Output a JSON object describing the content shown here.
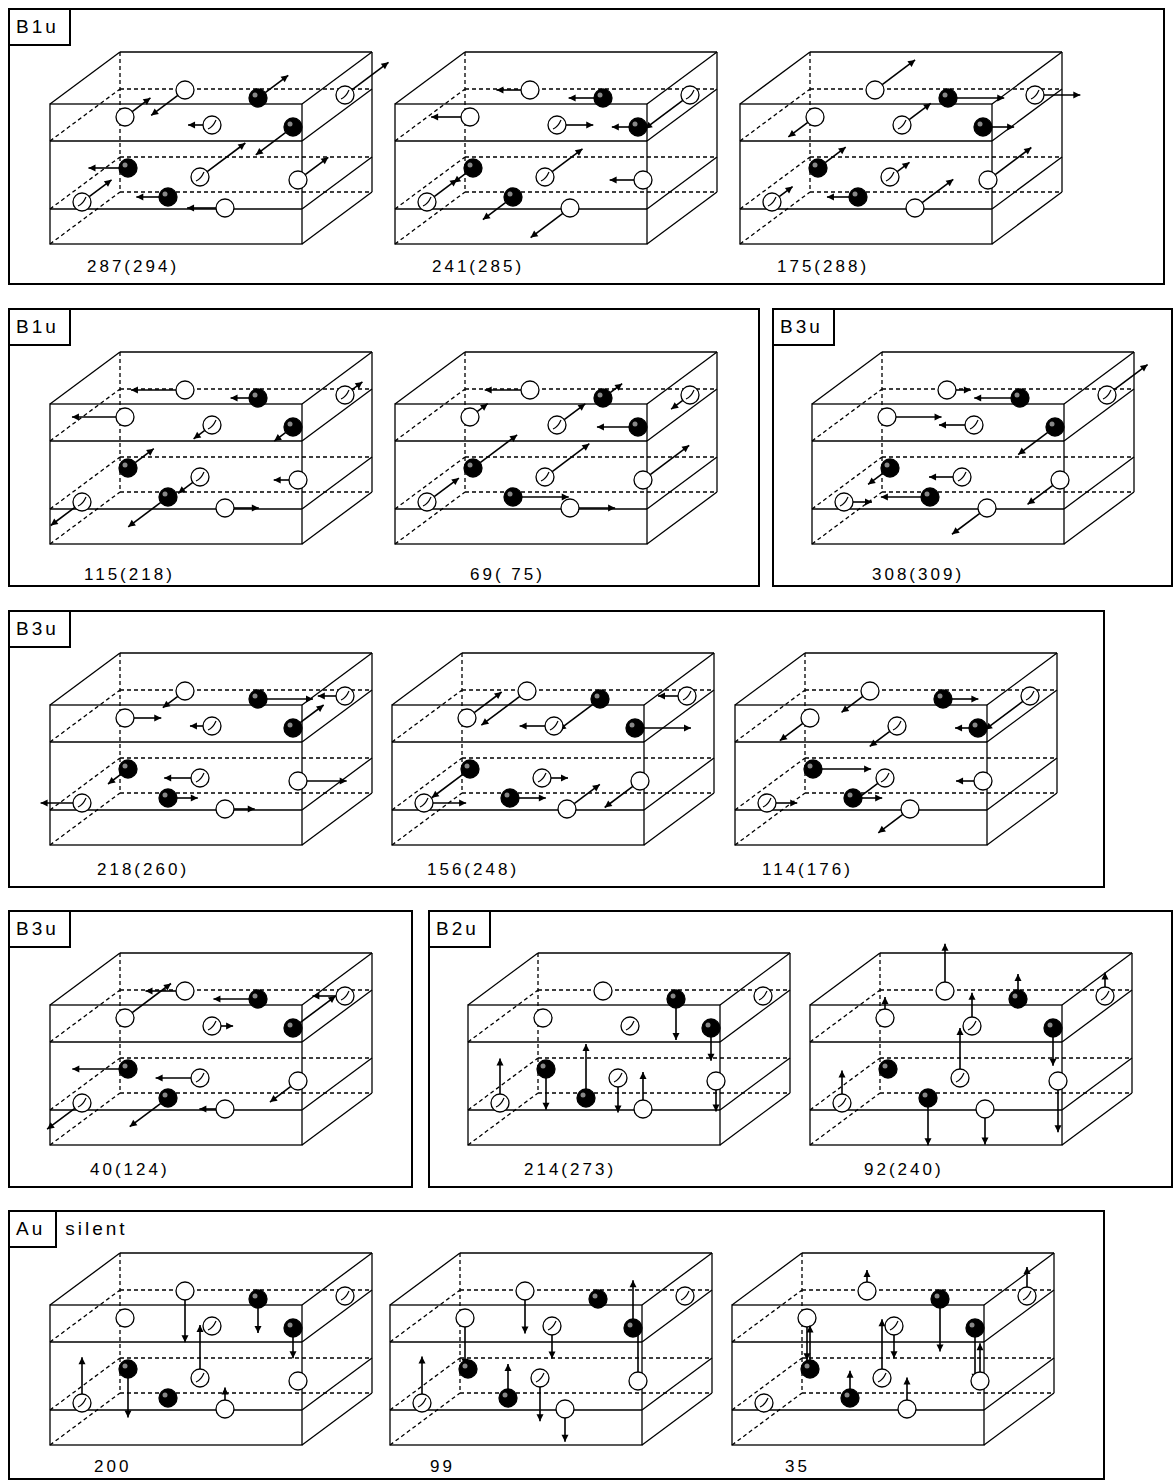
{
  "diagram": {
    "nodes": [
      {
        "text": [
          "B1u"
        ]
      },
      {
        "text": [
          "B1u"
        ]
      },
      {
        "text": [
          "B3u"
        ]
      },
      {
        "text": [
          "B3u"
        ]
      },
      {
        "text": [
          "B3u"
        ]
      },
      {
        "text": [
          "B2u"
        ]
      },
      {
        "text": [
          "Au",
          "silent"
        ]
      }
    ],
    "labels": [
      "287(294)",
      "241(285)",
      "175(288)",
      "115(218)",
      "69( 75)",
      "308(309)",
      "218(260)",
      "156(248)",
      "114(176)",
      "40(124)",
      "214(273)",
      "92(240)",
      "200",
      "99",
      "35"
    ]
  }
}
